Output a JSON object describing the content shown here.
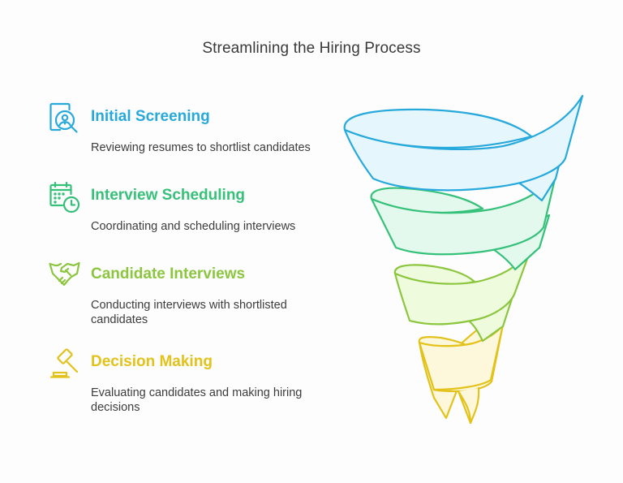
{
  "title": "Streamlining the Hiring Process",
  "steps": [
    {
      "heading": "Initial Screening",
      "description": "Reviewing resumes to shortlist candidates",
      "icon": "resume-search-icon",
      "color": "#27a9dc",
      "fill": "#e5f6fd"
    },
    {
      "heading": "Interview Scheduling",
      "description": "Coordinating and scheduling interviews",
      "icon": "calendar-clock-icon",
      "color": "#36c17a",
      "fill": "#e3f9ee"
    },
    {
      "heading": "Candidate Interviews",
      "description": "Conducting interviews with shortlisted candidates",
      "icon": "handshake-icon",
      "color": "#8cc63f",
      "fill": "#eefbdc"
    },
    {
      "heading": "Decision Making",
      "description": "Evaluating candidates and making hiring decisions",
      "icon": "gavel-icon",
      "color": "#e2c21b",
      "fill": "#fdf8dc"
    }
  ]
}
